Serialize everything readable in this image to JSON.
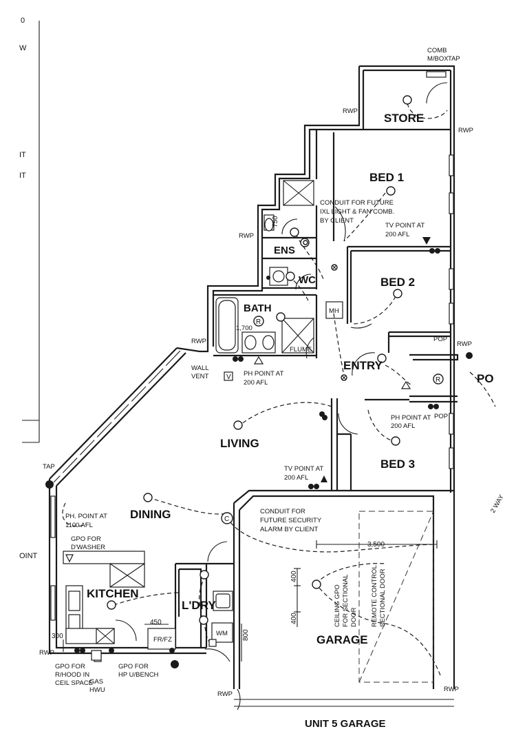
{
  "rooms": {
    "store": "STORE",
    "bed1": "BED 1",
    "ens": "ENS",
    "wc": "WC",
    "bed2": "BED 2",
    "bath": "BATH",
    "entry": "ENTRY",
    "living": "LIVING",
    "bed3": "BED 3",
    "dining": "DINING",
    "kitchen": "KITCHEN",
    "ldry": "L'DRY",
    "garage": "GARAGE",
    "porch_partial": "PO"
  },
  "notes": {
    "comb_line1": "COMB",
    "comb_line2": "M/BOX",
    "tap_top": "TAP",
    "rwp": "RWP",
    "conduit_fan": [
      "CONDUIT FOR FUTURE",
      "IXL LIGHT & FAN COMB.",
      "BY CLIENT"
    ],
    "tv_bed1": [
      "TV POINT AT",
      "200 AFL"
    ],
    "mh": "MH",
    "bath_width": "1,700",
    "flume": "FLUME",
    "wall_vent": [
      "WALL",
      "VENT"
    ],
    "ph_point": [
      "PH POINT AT",
      "200 AFL"
    ],
    "pop": "POP",
    "ph_point_bed3": [
      "PH POINT AT",
      "200 AFL"
    ],
    "tv_living": [
      "TV POINT AT",
      "200 AFL"
    ],
    "tap_left": "TAP",
    "ph_point_dining": [
      "PH. POINT AT",
      "1100 AFL"
    ],
    "gpo_dwasher": [
      "GPO FOR",
      "D'WASHER"
    ],
    "conduit_alarm": [
      "CONDUIT FOR",
      "FUTURE SECURITY",
      "ALARM BY CLIENT"
    ],
    "gpo_rhood": [
      "GPO FOR",
      "R/HOOD IN",
      "CEIL SPACE"
    ],
    "gas_hwu": [
      "GAS",
      "HWU"
    ],
    "gpo_hp": [
      "GPO FOR",
      "HP U/BENCH"
    ],
    "fr_fz": "FR/FZ",
    "wm": "WM",
    "ceiling_gpo": [
      "CEILING GPO",
      "FOR SECTIONAL",
      "DOOR"
    ],
    "remote_control": [
      "REMOTE CONTROL",
      "SECTIONAL DOOR"
    ],
    "unit_garage": "UNIT 5 GARAGE",
    "two_way": "2 WAY",
    "edge_left": [
      "W",
      "IT",
      "IT",
      "OINT"
    ],
    "edge_top": "0"
  },
  "dimensions": {
    "garage_width": "3,500",
    "gpo_height1": "400",
    "gpo_height2": "400",
    "kitchen_300": "300",
    "fridge_450": "450",
    "ldry_800": "800",
    "ens_750": "750"
  },
  "symbols": {
    "light": "light-point-icon",
    "fan": "exhaust-fan-icon",
    "gpo": "power-outlet-icon",
    "tv": "tv-point-icon",
    "phone": "phone-point-icon",
    "smoke": "smoke-detector-icon",
    "switch": "switch-icon"
  }
}
